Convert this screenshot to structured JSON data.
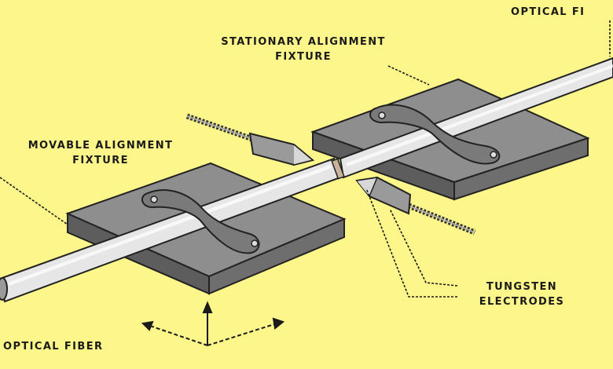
{
  "labels": {
    "optical_fiber_top": "OPTICAL FI",
    "stationary_line1": "STATIONARY ALIGNMENT",
    "stationary_line2": "FIXTURE",
    "movable_line1": "MOVABLE ALIGNMENT",
    "movable_line2": "FIXTURE",
    "tungsten_line1": "TUNGSTEN",
    "tungsten_line2": "ELECTRODES",
    "optical_fiber_bottom": "OPTICAL FIBER"
  },
  "colors": {
    "background": "#fdf68a",
    "block_top": "#8e8e8e",
    "block_side": "#5d5d5d",
    "fiber": "#e6e6e6",
    "outline": "#222222"
  }
}
